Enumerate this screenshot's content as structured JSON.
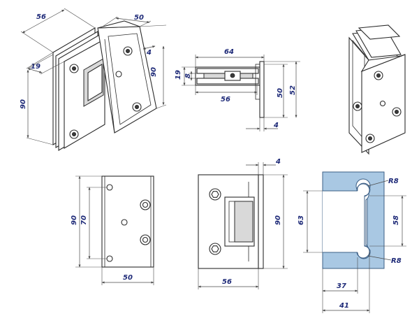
{
  "views": {
    "iso_front": {
      "dims": [
        "56",
        "50",
        "4",
        "19",
        "90",
        "90"
      ]
    },
    "top_section": {
      "dims": [
        "64",
        "19",
        "8",
        "56",
        "50",
        "52",
        "4"
      ]
    },
    "back_plate": {
      "dims": [
        "90",
        "70",
        "50"
      ]
    },
    "front_elevation": {
      "dims": [
        "4",
        "90",
        "56"
      ]
    },
    "glass_cutout": {
      "dims": [
        "R8",
        "63",
        "58",
        "R8",
        "37",
        "41"
      ]
    }
  },
  "colors": {
    "glass": "#a9c8e3",
    "dimension_text": "#1e2a78",
    "line": "#2b2b2b"
  }
}
